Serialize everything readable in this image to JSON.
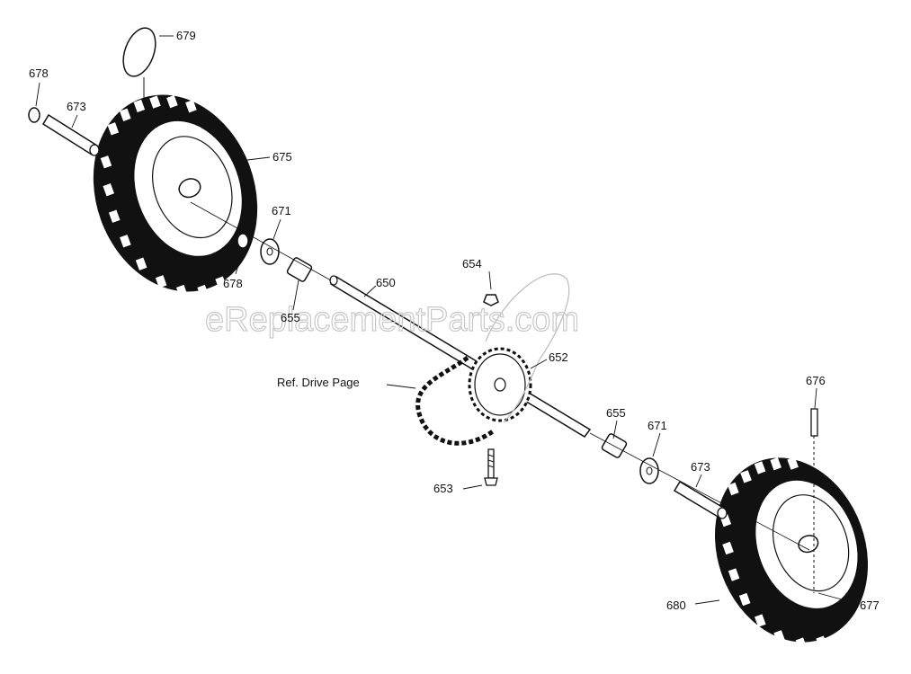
{
  "watermark": "eReplacementParts.com",
  "colors": {
    "ink": "#111111",
    "paper": "#ffffff",
    "watermark": "#c8c8c8"
  },
  "labels": {
    "p679": "679",
    "p678a": "678",
    "p673a": "673",
    "p675": "675",
    "p671a": "671",
    "p678b": "678",
    "p655a": "655",
    "p654": "654",
    "p650": "650",
    "p652": "652",
    "ref_drive": "Ref. Drive Page",
    "p653": "653",
    "p655b": "655",
    "p671b": "671",
    "p673b": "673",
    "p676": "676",
    "p680": "680",
    "p677": "677"
  }
}
